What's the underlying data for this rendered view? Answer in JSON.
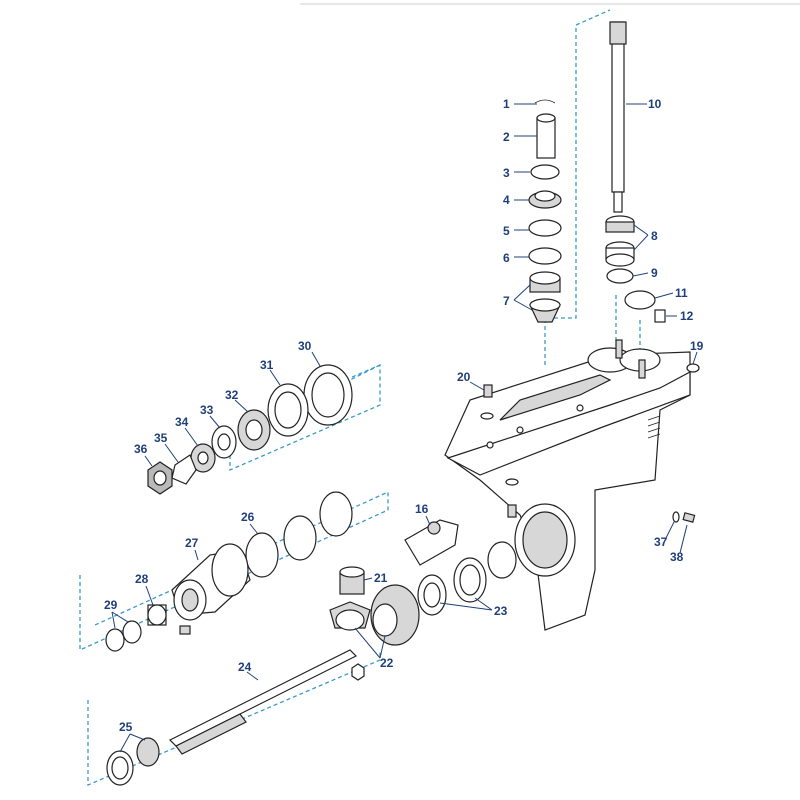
{
  "labels": {
    "p1": "1",
    "p2": "2",
    "p3": "3",
    "p4": "4",
    "p5": "5",
    "p6": "6",
    "p7": "7",
    "p8": "8",
    "p9": "9",
    "p10": "10",
    "p11": "11",
    "p12": "12",
    "p16": "16",
    "p19": "19",
    "p20": "20",
    "p21": "21",
    "p22": "22",
    "p23": "23",
    "p24": "24",
    "p25": "25",
    "p26": "26",
    "p27": "27",
    "p28": "28",
    "p29": "29",
    "p30": "30",
    "p31": "31",
    "p32": "32",
    "p33": "33",
    "p34": "34",
    "p35": "35",
    "p36": "36",
    "p37": "37",
    "p38": "38"
  },
  "colors": {
    "label": "#1f3f7a",
    "dashed_guide": "#3a9bc8",
    "outline": "#222222"
  }
}
